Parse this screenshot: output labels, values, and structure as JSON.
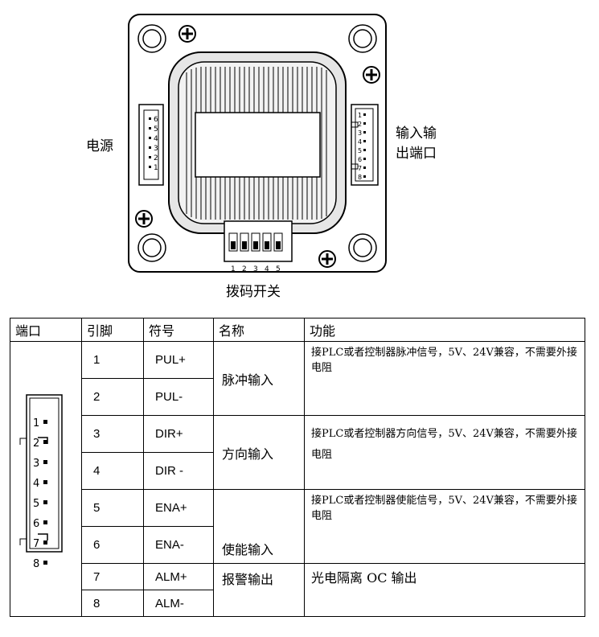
{
  "diagram": {
    "label_power": "电源",
    "label_io_line1": "输入输",
    "label_io_line2": "出端口",
    "label_dip": "拨码开关",
    "power_pins": [
      "6",
      "5",
      "4",
      "3",
      "2",
      "1"
    ],
    "io_pins": [
      "1",
      "2",
      "3",
      "4",
      "5",
      "6",
      "7",
      "8"
    ],
    "dip_numbers": [
      "1",
      "2",
      "3",
      "4",
      "5"
    ]
  },
  "table": {
    "headers": [
      "端口",
      "引脚",
      "符号",
      "名称",
      "功能"
    ],
    "port_connector_pins": [
      "1",
      "2",
      "3",
      "4",
      "5",
      "6",
      "7",
      "8"
    ],
    "rows": [
      {
        "pin": "1",
        "symbol": "PUL+"
      },
      {
        "pin": "2",
        "symbol": "PUL-"
      },
      {
        "pin": "3",
        "symbol": "DIR+"
      },
      {
        "pin": "4",
        "symbol": "DIR -"
      },
      {
        "pin": "5",
        "symbol": "ENA+"
      },
      {
        "pin": "6",
        "symbol": "ENA-"
      },
      {
        "pin": "7",
        "symbol": "ALM+"
      },
      {
        "pin": "8",
        "symbol": "ALM-"
      }
    ],
    "groups": [
      {
        "name": "脉冲输入",
        "function": "接PLC或者控制器脉冲信号，5V、24V兼容，不需要外接电阻"
      },
      {
        "name": "方向输入",
        "function": "接PLC或者控制器方向信号，5V、24V兼容，不需要外接电阻"
      },
      {
        "name": "使能输入",
        "function": "接PLC或者控制器使能信号，5V、24V兼容，不需要外接电阻"
      },
      {
        "name": "报警输出",
        "function": "光电隔离 OC 输出"
      }
    ]
  }
}
